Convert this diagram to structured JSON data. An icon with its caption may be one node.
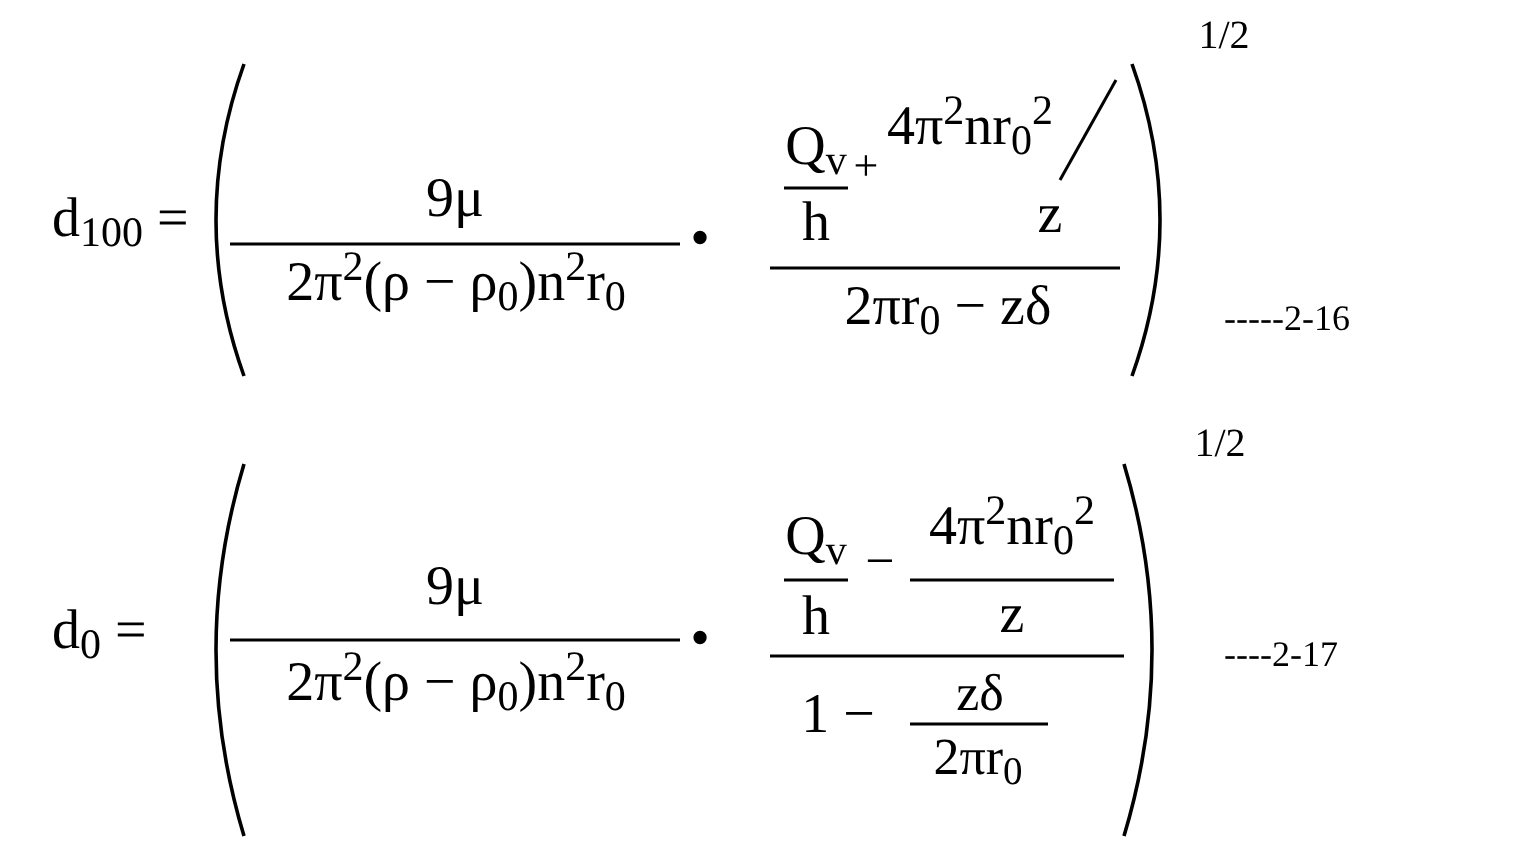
{
  "diagram": {
    "labels": [
      "d$_{100}$ =",
      "9μ",
      "2π$^{2}$(ρ − ρ$_{0}$)n$^{2}$r$_{0}$",
      "•",
      "Q$_{v}$",
      "h",
      "+",
      "4π$^{2}$nr$_{0}$$^{2}$",
      "z",
      "2πr$_{0}$ − zδ",
      "1/2",
      "-----2-16",
      "d$_{0}$ =",
      "9μ",
      "2π$^{2}$(ρ − ρ$_{0}$)n$^{2}$r$_{0}$",
      "•",
      "Q$_{v}$",
      "h",
      "−",
      "4π$^{2}$nr$_{0}$$^{2}$",
      "z",
      "1 −",
      "zδ",
      "2πr$_{0}$",
      "1/2",
      "----2-17"
    ]
  }
}
